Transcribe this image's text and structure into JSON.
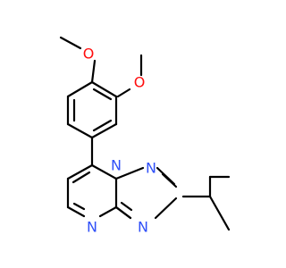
{
  "colors": {
    "background": "#ffffff",
    "bond": "#000000",
    "oxygen": "#ff0d0d",
    "nitrogen": "#3050f8"
  },
  "atoms": {
    "o_top": "O",
    "o_right": "O",
    "n_bridge": "N",
    "n_ring_top_right": "N",
    "n_ring_bottom_right": "N",
    "n_pyrimidine_bottom": "N"
  }
}
